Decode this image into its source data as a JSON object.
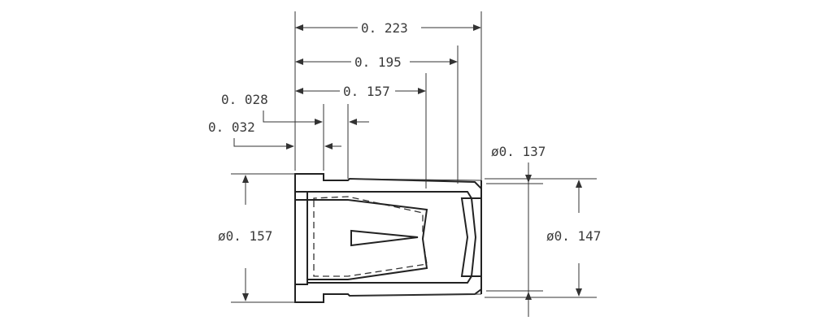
{
  "dimensions": {
    "overall_length": "0. 223",
    "length_2": "0. 195",
    "length_3": "0. 157",
    "flange_thickness": "0. 028",
    "groove_width": "0. 032",
    "inner_diameter_end": "ø0. 137",
    "flange_diameter": "ø0. 157",
    "body_diameter": "ø0. 147"
  },
  "colors": {
    "line": "#333333",
    "text": "#3a3a3a",
    "background": "#ffffff"
  }
}
